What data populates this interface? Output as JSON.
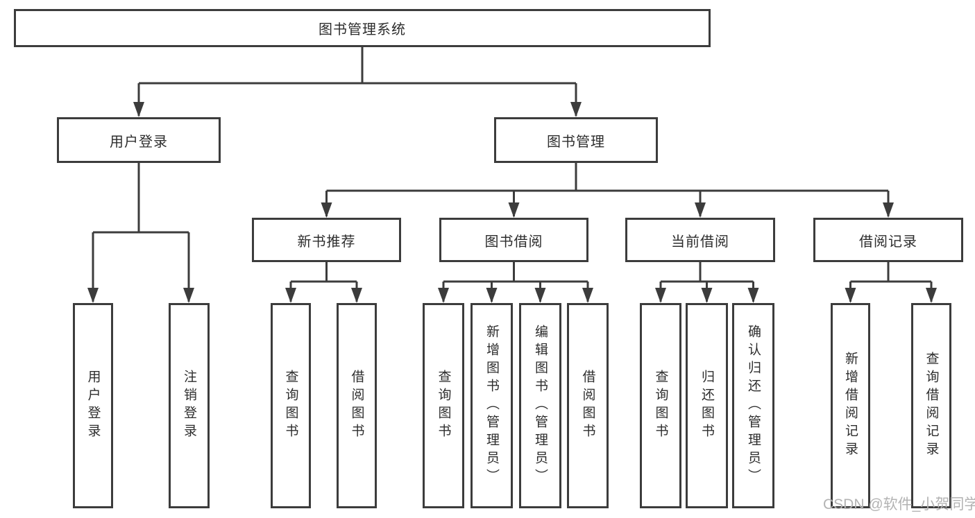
{
  "diagram": {
    "type": "hierarchy-tree",
    "root": {
      "label": "图书管理系统"
    },
    "branches": [
      {
        "label": "用户登录",
        "children": [
          {
            "label": "用户登录"
          },
          {
            "label": "注销登录"
          }
        ]
      },
      {
        "label": "图书管理",
        "children": [
          {
            "label": "新书推荐",
            "children": [
              {
                "label": "查询图书"
              },
              {
                "label": "借阅图书"
              }
            ]
          },
          {
            "label": "图书借阅",
            "children": [
              {
                "label": "查询图书"
              },
              {
                "label": "新增图书（管理员）"
              },
              {
                "label": "编辑图书（管理员）"
              },
              {
                "label": "借阅图书"
              }
            ]
          },
          {
            "label": "当前借阅",
            "children": [
              {
                "label": "查询图书"
              },
              {
                "label": "归还图书"
              },
              {
                "label": "确认归还（管理员）"
              }
            ]
          },
          {
            "label": "借阅记录",
            "children": [
              {
                "label": "新增借阅记录"
              },
              {
                "label": "查询借阅记录"
              }
            ]
          }
        ]
      }
    ]
  },
  "watermark": {
    "text": "CSDN @软件_小贺同学"
  },
  "colors": {
    "line": "#3c3c3c",
    "box_border": "#3c3c3c",
    "text": "#2d2d2d",
    "background": "#ffffff",
    "watermark": "#b3b3b3"
  }
}
